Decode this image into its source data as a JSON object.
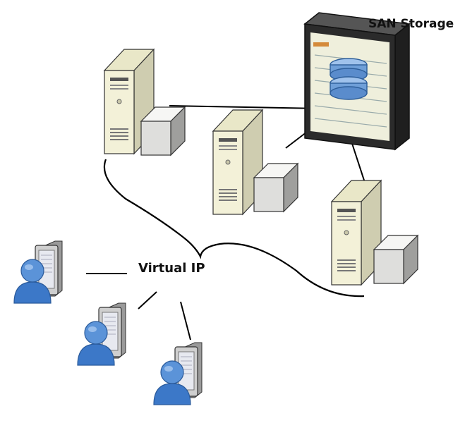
{
  "labels": {
    "san_storage": "SAN Storage",
    "virtual_ip": "Virtual IP"
  },
  "colors": {
    "server_front": "#f3f1d8",
    "server_side": "#cfcdb0",
    "server_top": "#e9e7c8",
    "box_light": "#f0f0ee",
    "box_dark": "#c8c8c6",
    "san_frame": "#2b2b2b",
    "san_panel": "#efefdc",
    "disk_blue": "#6f9fd8",
    "user_blue": "#4a84d0",
    "monitor_frame": "#bfbfbf",
    "monitor_screen": "#e7e9f0",
    "line": "#000000"
  },
  "diagram": {
    "nodes": [
      {
        "id": "san",
        "kind": "san-storage",
        "label_key": "san_storage"
      },
      {
        "id": "server-1",
        "kind": "server"
      },
      {
        "id": "server-2",
        "kind": "server"
      },
      {
        "id": "server-3",
        "kind": "server"
      },
      {
        "id": "user-1",
        "kind": "user-workstation"
      },
      {
        "id": "user-2",
        "kind": "user-workstation"
      },
      {
        "id": "user-3",
        "kind": "user-workstation"
      },
      {
        "id": "vip",
        "kind": "label",
        "label_key": "virtual_ip"
      }
    ],
    "edges": [
      {
        "from": "server-1",
        "to": "san"
      },
      {
        "from": "server-2",
        "to": "san"
      },
      {
        "from": "server-3",
        "to": "san"
      },
      {
        "from": "user-1",
        "to": "vip"
      },
      {
        "from": "user-2",
        "to": "vip"
      },
      {
        "from": "user-3",
        "to": "vip"
      }
    ],
    "groups": [
      {
        "id": "cluster",
        "members": [
          "server-1",
          "server-2",
          "server-3"
        ],
        "shape": "brace"
      }
    ]
  }
}
